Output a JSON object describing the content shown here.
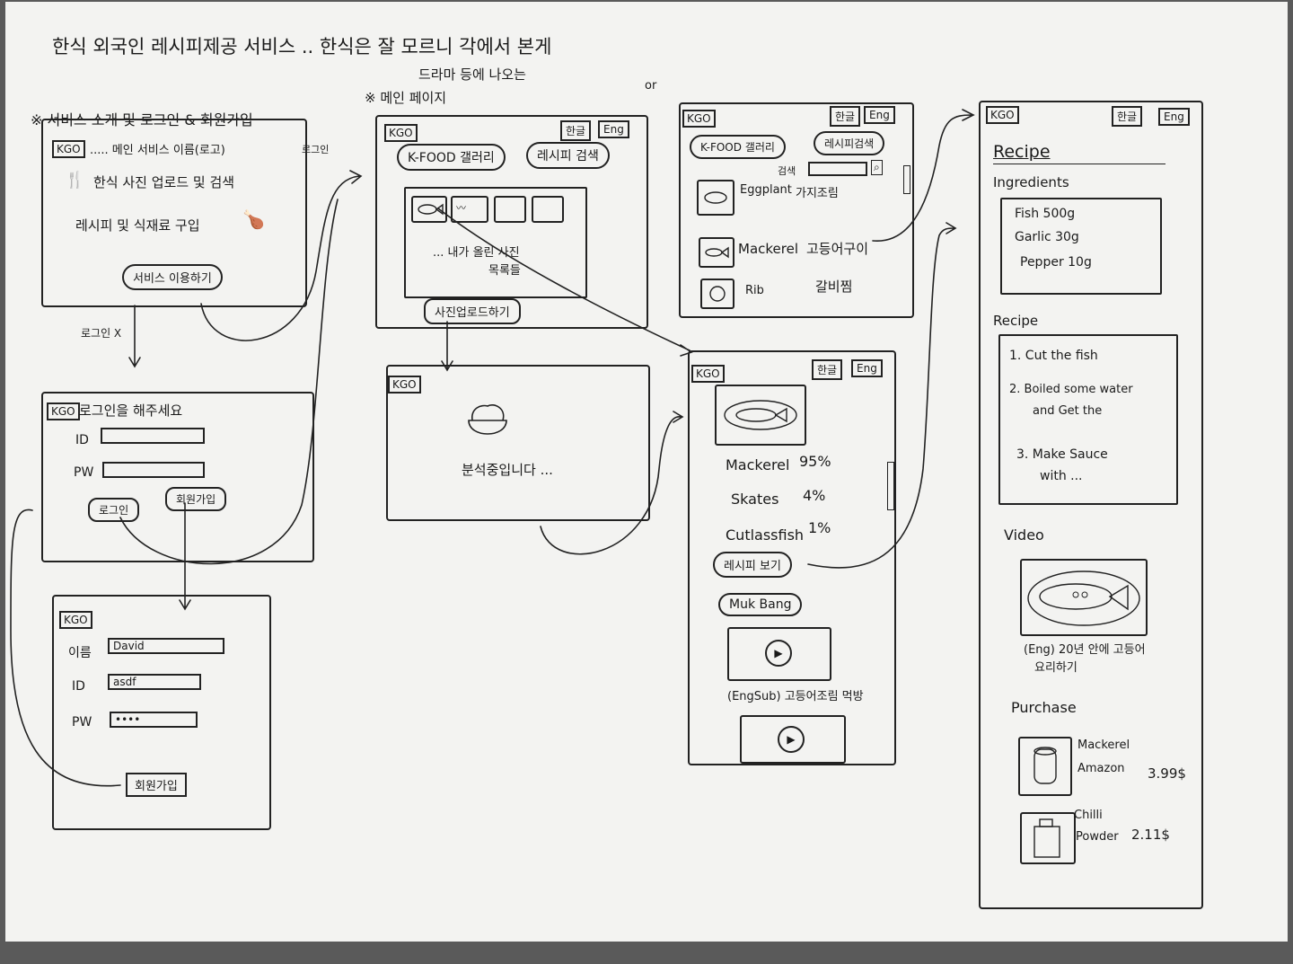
{
  "title": {
    "line1": "한식 외국인 레시피제공 서비스 .. 한식은 잘 모르니 각에서 본게",
    "line2": "드라마 등에 나오는"
  },
  "common": {
    "logo": "KGO",
    "lang_ko": "한글",
    "lang_en": "Eng"
  },
  "s1": {
    "heading": "※ 서비스 소개 및 로그인 & 회원가입",
    "subtitle": "..... 메인 서비스 이름(로고)",
    "line1": "한식 사진 업로드 및 검색",
    "line2": "레시피 및 식재료 구입",
    "button": "서비스 이용하기",
    "arrow_login_label": "로그인",
    "arrow_nologin_label": "로그인 X"
  },
  "s2": {
    "header": "로그인을 해주세요",
    "id_label": "ID",
    "pw_label": "PW",
    "login_button": "로그인",
    "signup_button": "회원가입"
  },
  "s3": {
    "name_label": "이름",
    "name_value": "David",
    "id_label": "ID",
    "id_value": "asdf",
    "pw_label": "PW",
    "pw_value": "••••",
    "signup_button": "회원가입"
  },
  "s4": {
    "heading": "※ 메인 페이지",
    "gallery_tab": "K-FOOD 갤러리",
    "search_tab": "레시피 검색",
    "caption_line1": "... 내가 올린 사진",
    "caption_line2": "목록들",
    "upload_button": "사진업로드하기"
  },
  "s5": {
    "loading_text": "분석중입니다 ..."
  },
  "or_label": "or",
  "s6": {
    "gallery_tab": "K-FOOD 갤러리",
    "search_tab": "레시피검색",
    "search_label": "검색",
    "items": [
      {
        "name": "Eggplant",
        "kor": "가지조림"
      },
      {
        "name": "Mackerel",
        "kor": "고등어구이"
      },
      {
        "name": "Rib",
        "kor": "갈비찜"
      }
    ]
  },
  "s7": {
    "results": [
      {
        "name": "Mackerel",
        "pct": "95%"
      },
      {
        "name": "Skates",
        "pct": "4%"
      },
      {
        "name": "Cutlassfish",
        "pct": "1%"
      }
    ],
    "recipe_button": "레시피 보기",
    "mukbang_label": "Muk Bang",
    "video_caption": "(EngSub) 고등어조림 먹방"
  },
  "s8": {
    "recipe_title": "Recipe",
    "ingredients_label": "Ingredients",
    "ingredients": [
      "Fish 500g",
      "Garlic 30g",
      "Pepper 10g"
    ],
    "recipe_label": "Recipe",
    "steps": [
      "1. Cut the fish",
      "2. Boiled some water",
      "and Get the",
      "3. Make Sauce",
      "with ..."
    ],
    "video_label": "Video",
    "video_caption_l1": "(Eng) 20년 안에 고등어",
    "video_caption_l2": "요리하기",
    "purchase_label": "Purchase",
    "products": [
      {
        "name_l1": "Mackerel",
        "name_l2": "Amazon",
        "price": "3.99$"
      },
      {
        "name_l1": "Chilli",
        "name_l2": "Powder",
        "price": "2.11$"
      }
    ]
  }
}
